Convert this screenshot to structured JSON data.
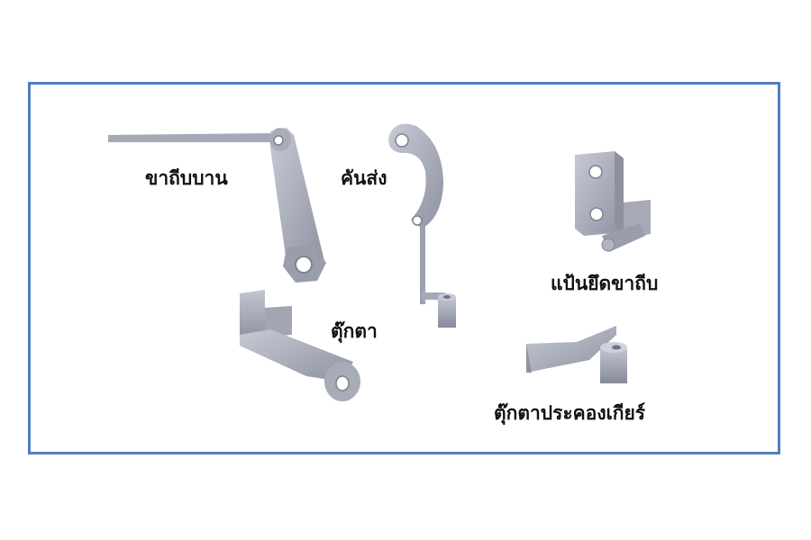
{
  "labels": {
    "leg_lever": "ขาถีบบาน",
    "hand_lever": "คันส่ง",
    "leg_plate": "แป้นยึดขาถีบ",
    "doll": "ตุ๊กตา",
    "doll_gear_box": "ตุ๊กตาประคองเกียร์"
  },
  "colors": {
    "frame_border": "#4f7fc0",
    "metal_light": "#b9bcc8",
    "metal_mid": "#9da1af",
    "metal_dark": "#7e8292",
    "hole": "#ffffff"
  }
}
